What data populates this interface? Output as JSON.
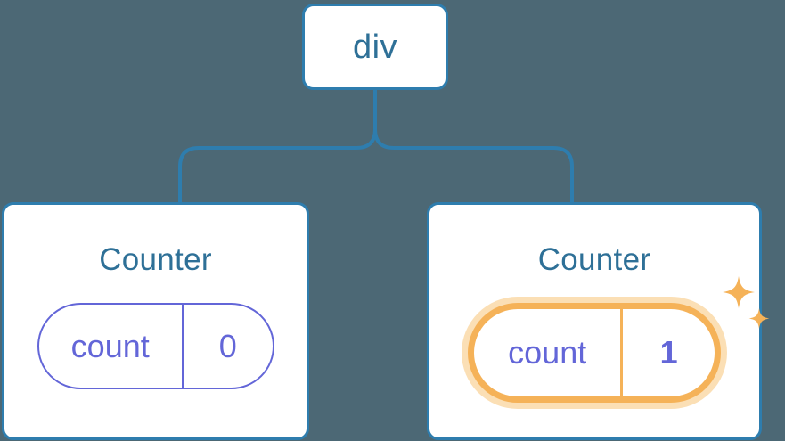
{
  "diagram": {
    "title": "React component tree with highlighted state update",
    "background_color": "#4C6875",
    "accent_blue": "#2E7DAE",
    "accent_indigo": "#6366D8",
    "accent_orange": "#F5B258",
    "accent_orange_glow": "#FBDFB5",
    "card_background": "#FFFFFF"
  },
  "root": {
    "label": "div"
  },
  "nodes": [
    {
      "title": "Counter",
      "state": {
        "key": "count",
        "value": "0"
      },
      "highlighted": false
    },
    {
      "title": "Counter",
      "state": {
        "key": "count",
        "value": "1"
      },
      "highlighted": true
    }
  ],
  "icons": {
    "sparkle_large": "sparkle-icon",
    "sparkle_small": "sparkle-icon"
  }
}
